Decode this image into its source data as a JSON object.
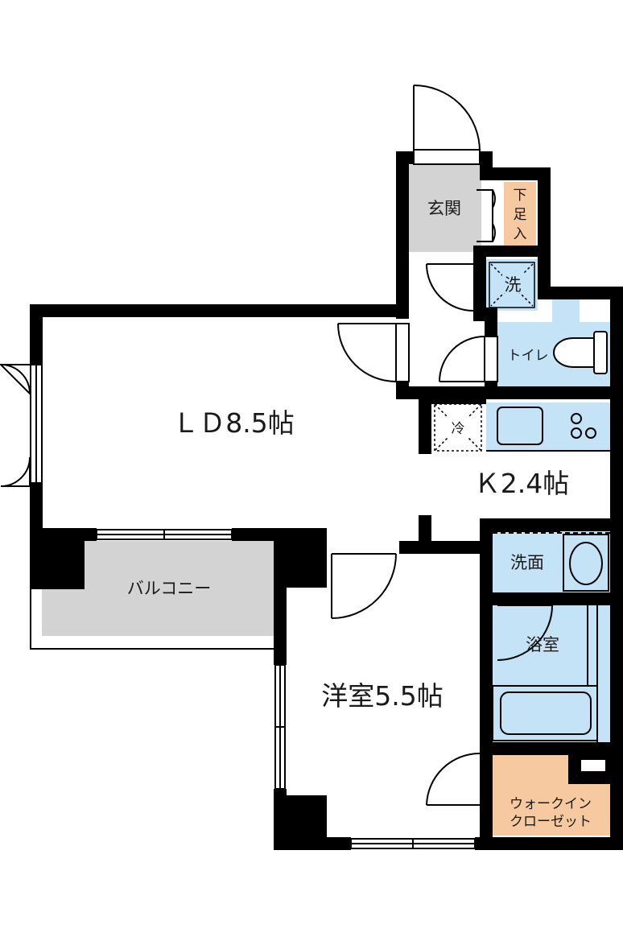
{
  "rooms": {
    "ld": "ＬＤ8.5帖",
    "k": "Ｋ2.4帖",
    "western": "洋室5.5帖",
    "entrance": "玄関",
    "balcony": "バルコニー",
    "shoe_closet": [
      "下",
      "足",
      "入"
    ],
    "washroom": "洗面",
    "bathroom": "浴室",
    "toilet": "トイレ",
    "walk_in_closet": [
      "ウォークイン",
      "クローゼット"
    ]
  },
  "fixtures": {
    "washer": "洗",
    "fridge": "冷"
  },
  "colors": {
    "wall": "#000000",
    "wet_area": "#c5e3f6",
    "entrance_balcony": "#d3d3d3",
    "storage": "#f7c9a1"
  }
}
